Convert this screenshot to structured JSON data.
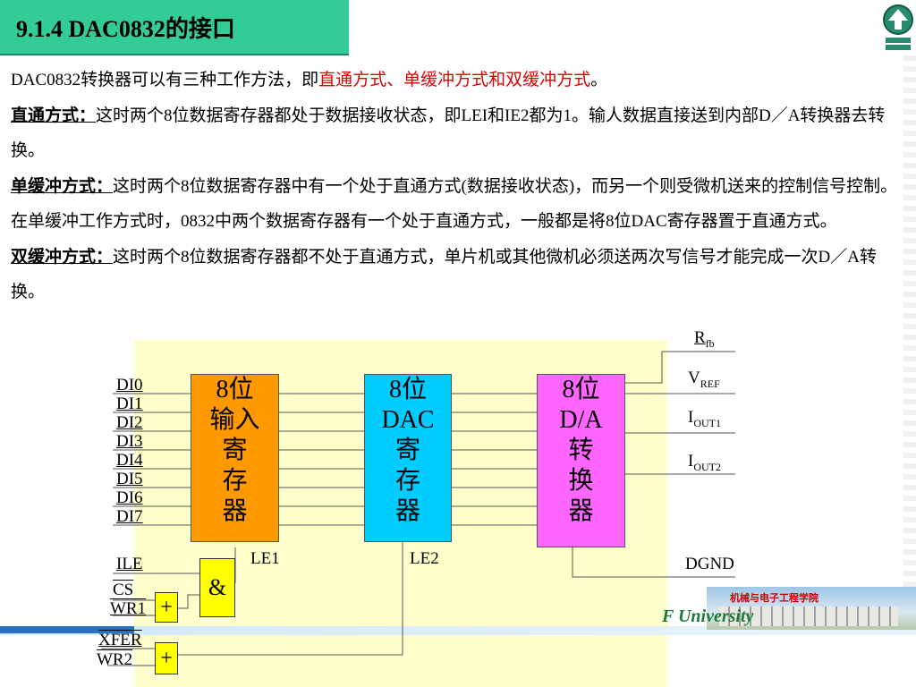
{
  "slide": {
    "title": "9.1.4 DAC0832的接口",
    "intro_prefix": "DAC0832转换器可以有三种工作方法，即",
    "intro_highlight": "直通方式、单缓冲方式和双缓冲方式",
    "intro_suffix": "。",
    "direct_label": "直通方式：",
    "direct_text": "这时两个8位数据寄存器都处于数据接收状态，即LEI和IE2都为1。输人数据直接送到内部D／A转换器去转换。",
    "single_label": "单缓冲方式：",
    "single_text": "这时两个8位数据寄存器中有一个处于直通方式(数据接收状态)，而另一个则受微机送来的控制信号控制。在单缓冲工作方式时，0832中两个数据寄存器有一个处于直通方式，一般都是将8位DAC寄存器置于直通方式。",
    "double_label": "双缓冲方式：",
    "double_text": "这时两个8位数据寄存器都不处于直通方式，单片机或其他微机必须送两次写信号才能完成一次D／A转换。"
  },
  "diagram": {
    "inputs": [
      "DI0",
      "DI1",
      "DI2",
      "DI3",
      "DI4",
      "DI5",
      "DI6",
      "DI7"
    ],
    "input_register": [
      "8位",
      "输入",
      "寄",
      "存",
      "器"
    ],
    "dac_register": [
      "8位",
      "DAC",
      "寄",
      "存",
      "器"
    ],
    "converter": [
      "8位",
      "D/A",
      "转",
      "换",
      "器"
    ],
    "rfb_main": "R",
    "rfb_sub": "fb",
    "vref_main": "V",
    "vref_sub": "REF",
    "iout1_main": "I",
    "iout1_sub": "OUT1",
    "iout2_main": "I",
    "iout2_sub": "OUT2",
    "dgnd": "DGND",
    "le1": "LE1",
    "le2": "LE2",
    "ile": "ILE",
    "cs": "CS",
    "wr1": "WR1",
    "xfer": "XFER",
    "wr2": "WR2",
    "and_symbol": "&",
    "or_symbol": "+",
    "colors": {
      "input_register": "#ff9900",
      "dac_register": "#00ccff",
      "converter": "#ff66ff",
      "gate": "#ffff00"
    }
  },
  "footer": {
    "university_text": "F  University",
    "college_text": "机械与电子工程学院"
  },
  "icons": {
    "home": "home-arrow-icon"
  }
}
